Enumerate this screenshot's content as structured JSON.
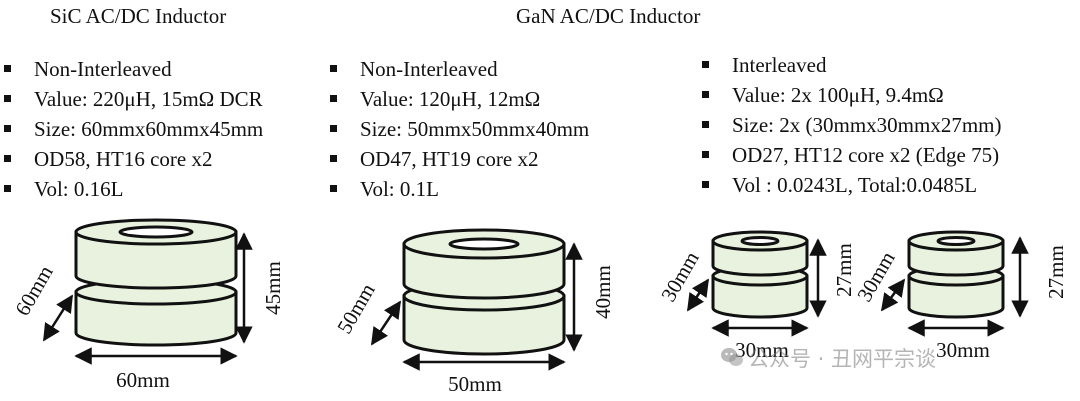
{
  "headings": {
    "sic": "SiC AC/DC Inductor",
    "gan": "GaN AC/DC Inductor"
  },
  "columns": [
    {
      "id": "sic",
      "items": [
        "Non-Interleaved",
        "Value: 220μH, 15mΩ DCR",
        "Size: 60mmx60mmx45mm",
        "OD58, HT16 core x2",
        "Vol:  0.16L"
      ]
    },
    {
      "id": "gan-non",
      "items": [
        "Non-Interleaved",
        "Value: 120μH, 12mΩ",
        "Size: 50mmx50mmx40mm",
        "OD47, HT19 core x2",
        "Vol: 0.1L"
      ]
    },
    {
      "id": "gan-inter",
      "items": [
        "Interleaved",
        "Value: 2x 100μH, 9.4mΩ",
        "Size: 2x (30mmx30mmx27mm)",
        "OD27, HT12 core x2 (Edge 75)",
        "Vol : 0.0243L, Total:0.0485L"
      ]
    }
  ],
  "dimensions": {
    "sic": {
      "width": "60mm",
      "depth": "60mm",
      "height": "45mm"
    },
    "gan_non": {
      "width": "50mm",
      "depth": "50mm",
      "height": "40mm"
    },
    "gan_inter_a": {
      "width": "30mm",
      "depth": "30mm",
      "height": "27mm"
    },
    "gan_inter_b": {
      "width": "30mm",
      "depth": "30mm",
      "height": "27mm"
    }
  },
  "colors": {
    "core_fill": "#e8f2df",
    "outline": "#111111",
    "inner_hole": "#ffffff"
  },
  "watermark": {
    "text": "公众号 · 丑网平宗谈",
    "icon": "wechat-icon"
  }
}
